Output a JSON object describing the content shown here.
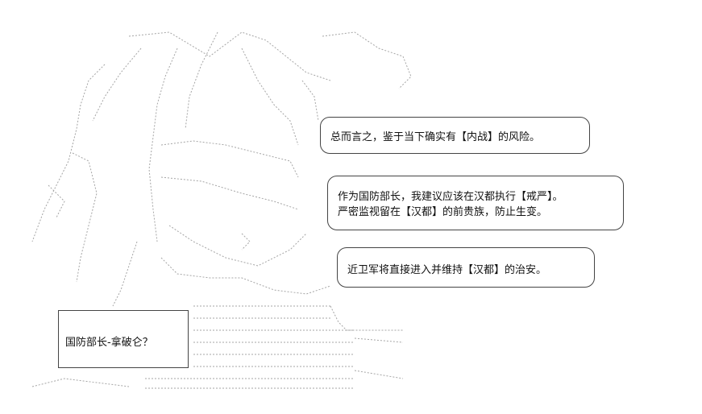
{
  "speech_bubbles": [
    {
      "lines": [
        "总而言之，鉴于当下确实有【内战】的风险。"
      ]
    },
    {
      "lines": [
        "作为国防部长，我建议应该在汉都执行【戒严】。",
        "严密监视留在【汉都】的前贵族，防止生变。"
      ]
    },
    {
      "lines": [
        "近卫军将直接进入并维持【汉都】的治安。"
      ]
    }
  ],
  "speaker_box": {
    "name": "国防部长-拿破仑？"
  }
}
